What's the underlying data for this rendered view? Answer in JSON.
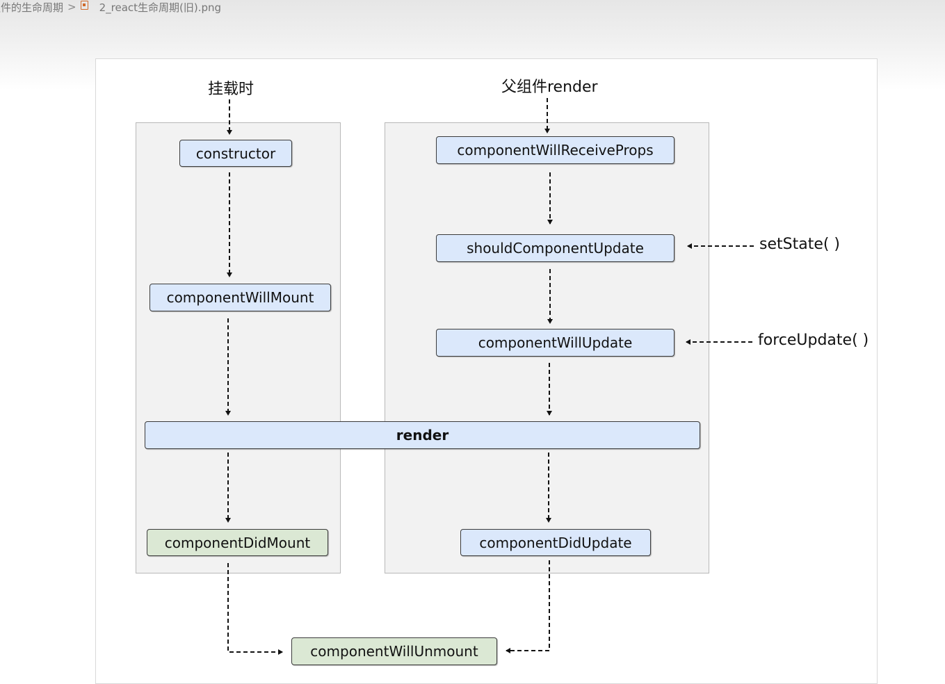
{
  "breadcrumb": {
    "folder": "组件的生命周期",
    "separator": ">",
    "file_name": "2_react生命周期(旧).png"
  },
  "diagram": {
    "mount_label": "挂载时",
    "parent_render_label": "父组件render",
    "nodes": {
      "constructor": "constructor",
      "component_will_mount": "componentWillMount",
      "render": "render",
      "component_did_mount": "componentDidMount",
      "component_will_receive_props": "componentWillReceiveProps",
      "should_component_update": "shouldComponentUpdate",
      "component_will_update": "componentWillUpdate",
      "component_did_update": "componentDidUpdate",
      "component_will_unmount": "componentWillUnmount"
    },
    "triggers": {
      "set_state": "setState( )",
      "force_update": "forceUpdate( )"
    },
    "colors": {
      "lifecycle_node": "#dbe8fb",
      "terminal_node": "#dbe8d4",
      "panel": "#f2f2f2"
    }
  }
}
